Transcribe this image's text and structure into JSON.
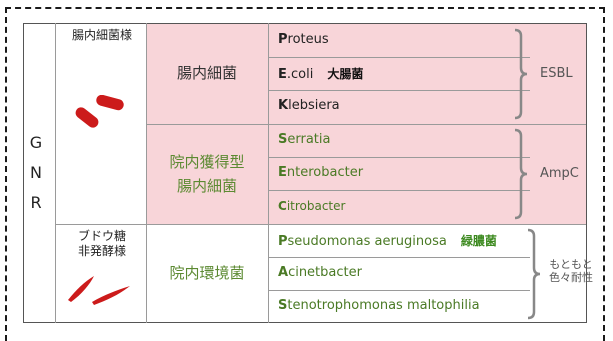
{
  "gnr_letters": [
    "G",
    "N",
    "R"
  ],
  "groups": [
    {
      "label_lines": [
        "腸内細菌様"
      ]
    },
    {
      "label_lines": [
        "ブドウ糖",
        "非発酵様"
      ]
    }
  ],
  "categories": [
    {
      "label_lines": [
        "腸内細菌"
      ]
    },
    {
      "label_lines": [
        "院内獲得型",
        "腸内細菌"
      ]
    },
    {
      "label_lines": [
        "院内環境菌"
      ]
    }
  ],
  "organisms": [
    {
      "initial": "P",
      "rest": "roteus",
      "note": ""
    },
    {
      "initial": "E",
      "rest": ".coli",
      "note": "大腸菌"
    },
    {
      "initial": "K",
      "rest": "lebsiera",
      "note": ""
    },
    {
      "initial": "S",
      "rest": "erratia",
      "note": ""
    },
    {
      "initial": "E",
      "rest": "nterobacter",
      "note": ""
    },
    {
      "initial": "C",
      "rest": "itrobacter",
      "note": ""
    },
    {
      "initial": "P",
      "rest": "seudomonas aeruginosa",
      "note": "緑膿菌"
    },
    {
      "initial": "A",
      "rest": "cinetbacter",
      "note": ""
    },
    {
      "initial": "S",
      "rest": "tenotrophomonas maltophilia",
      "note": ""
    }
  ],
  "tags": {
    "esbl": "ESBL",
    "ampc": "AmpC",
    "resist_line1": "もともと",
    "resist_line2": "色々耐性"
  },
  "colors": {
    "pink_fill": "#f8d5d9",
    "rod_red": "#cc1b1b",
    "green_text": "#4a7a25"
  }
}
